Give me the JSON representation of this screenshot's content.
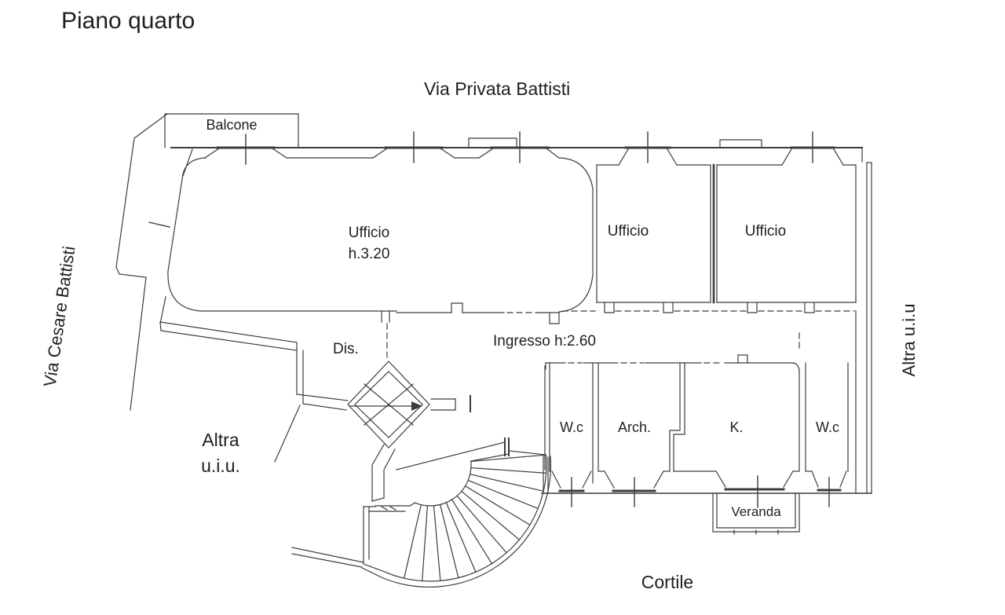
{
  "title": "Piano quarto",
  "streets": {
    "top": "Via Privata Battisti",
    "left": "Via Cesare Battisti"
  },
  "court": "Cortile",
  "adjacent_units": {
    "left_line1": "Altra",
    "left_line2": "u.i.u.",
    "right": "Altra u.i.u"
  },
  "rooms": {
    "balcone": "Balcone",
    "main_office_name": "Ufficio",
    "main_office_height": "h.3.20",
    "office_2": "Ufficio",
    "office_3": "Ufficio",
    "dis": "Dis.",
    "ingresso": "Ingresso h:2.60",
    "wc_left": "W.c",
    "arch": "Arch.",
    "kitchen": "K.",
    "wc_right": "W.c",
    "veranda": "Veranda"
  },
  "colors": {
    "line": "#3c3c3c",
    "text": "#1f1f1f",
    "background": "#ffffff"
  }
}
